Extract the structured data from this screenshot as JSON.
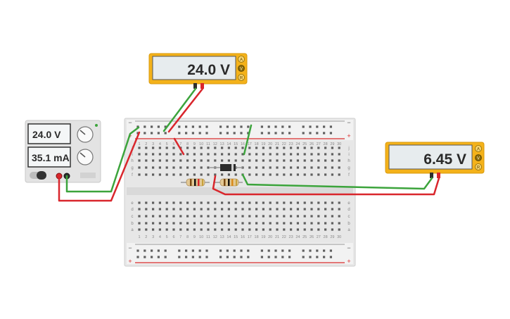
{
  "multimeter_top": {
    "reading": "24.0 V",
    "modes": [
      "A",
      "V",
      "R"
    ]
  },
  "multimeter_right": {
    "reading": "6.45 V",
    "modes": [
      "A",
      "V",
      "R"
    ]
  },
  "power_supply": {
    "voltage": "24.0 V",
    "current": "35.1 mA"
  },
  "breadboard": {
    "columns": 30,
    "rail_minus": "−",
    "rail_plus": "+",
    "rows_top": [
      "j",
      "i",
      "h",
      "g",
      "f"
    ],
    "rows_bottom": [
      "e",
      "d",
      "c",
      "b",
      "a"
    ]
  },
  "colors": {
    "meter_body": "#f4b21a",
    "lcd": "#e7ecee",
    "wire_red": "#d9262c",
    "wire_green": "#3ca43c",
    "rail_red": "#d92c2c"
  }
}
